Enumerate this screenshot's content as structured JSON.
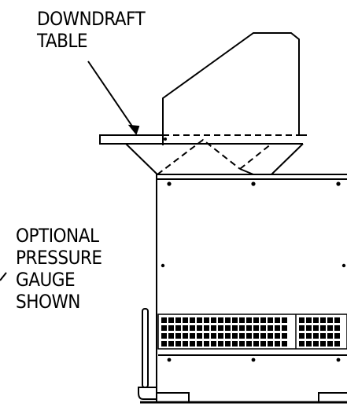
{
  "labels": {
    "downdraft": [
      "DOWNDRAFT",
      "TABLE"
    ],
    "gauge": [
      "OPTIONAL",
      "PRESSURE",
      "GAUGE",
      "SHOWN"
    ]
  },
  "colors": {
    "line": "#000000",
    "background": "#ffffff"
  }
}
